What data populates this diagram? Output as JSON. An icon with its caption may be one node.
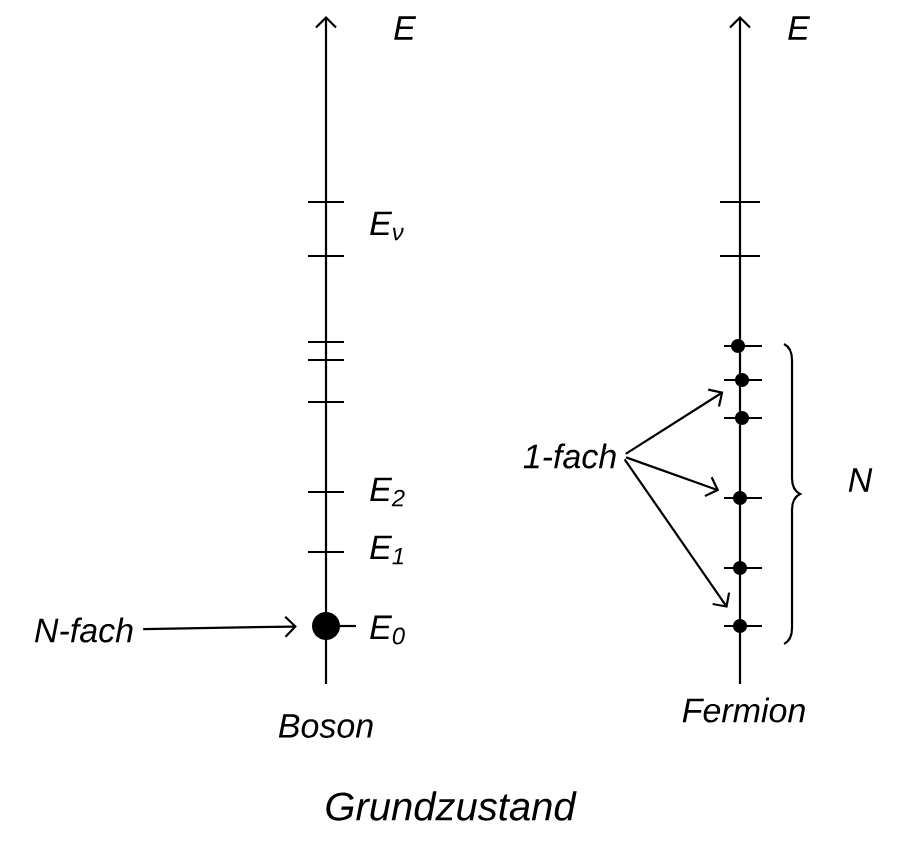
{
  "diagram": {
    "caption": "Grundzustand",
    "nodes": [
      {
        "text": [
          "N-fach"
        ]
      },
      {
        "text": [],
        "shape": "circle"
      },
      {
        "text": [
          "1-fach"
        ]
      },
      {
        "text": [],
        "shape": "circle"
      },
      {
        "text": [],
        "shape": "circle"
      },
      {
        "text": [],
        "shape": "circle"
      },
      {
        "text": [],
        "shape": "circle"
      },
      {
        "text": [],
        "shape": "circle"
      },
      {
        "text": [],
        "shape": "circle"
      }
    ],
    "edges": [
      {
        "from": 0,
        "to": 1,
        "arrow": "to"
      },
      {
        "from": 2,
        "to": 4,
        "arrow": "to"
      },
      {
        "from": 2,
        "to": 6,
        "arrow": "to"
      },
      {
        "from": 2,
        "to": 8,
        "arrow": "to"
      }
    ],
    "labels": [
      "E",
      "E$_{ν}$",
      "E$_{2}$",
      "E$_{1}$",
      "E$_{0}$",
      "E",
      "N",
      "Boson",
      "Fermion"
    ]
  }
}
